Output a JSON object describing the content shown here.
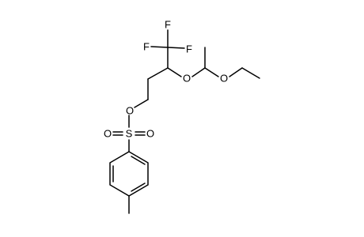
{
  "molecule": {
    "atom_labels": {
      "f_top": "F",
      "f_left": "F",
      "f_right": "F",
      "o_ether": "O",
      "o_ethoxy": "O",
      "o_ester": "O",
      "s": "S",
      "o_sulfonyl_left": "O",
      "o_sulfonyl_right": "O"
    }
  }
}
